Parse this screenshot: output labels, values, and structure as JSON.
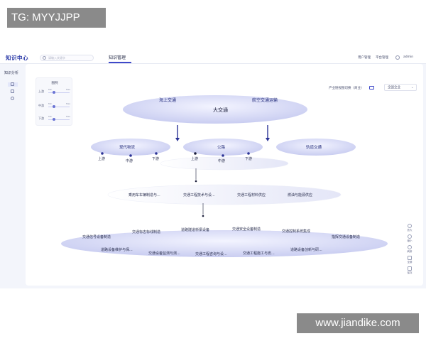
{
  "watermark": {
    "top_left": "TG: MYYJJPP",
    "bottom_right": "www.jiandike.com"
  },
  "header": {
    "logo": "知识中心",
    "search_placeholder": "请输入关键字",
    "active_tab": "知识管理",
    "links": [
      "用户管理",
      "平台管理"
    ],
    "user": "admin"
  },
  "sidebar": {
    "title": "知识分析"
  },
  "legend": {
    "title": "图例",
    "rows": [
      {
        "label": "上游",
        "min": "Min",
        "max": "Max"
      },
      {
        "label": "中游",
        "min": "Min",
        "max": "Max"
      },
      {
        "label": "下游",
        "min": "Min",
        "max": "Max"
      }
    ]
  },
  "filters": {
    "region_label": "产业链视图切换（商业）",
    "select_value": "全国全业"
  },
  "diagram": {
    "top": {
      "left": "海上交通",
      "right": "航空交通运输",
      "center": "大交通"
    },
    "mid": [
      {
        "title": "现代物流",
        "stages": [
          "上游",
          "中游",
          "下游"
        ]
      },
      {
        "title": "公路",
        "stages": [
          "上游",
          "中游",
          "下游"
        ]
      },
      {
        "title": "轨道交通"
      }
    ],
    "level3": [
      "乘用车车辆制造与...",
      "交通工程技术与设...",
      "交通工程材料供应",
      "燃油与能源供应"
    ],
    "level4_top": [
      "交通信号设备制造",
      "交通标志标线制造",
      "道路隧道桥梁设备",
      "交通安全设备制造",
      "交通控制系统集成",
      "指挥交通设备制造"
    ],
    "level4_bottom": [
      "道路设备维护与保...",
      "交通设备监测与测...",
      "交通工程咨询与设...",
      "交通工程施工与安...",
      "道路设备创新与研..."
    ]
  },
  "tools": [
    "放大",
    "缩小",
    "刷新",
    "全屏",
    "保存"
  ],
  "colors": {
    "accent": "#3e49c9",
    "bubble": "#d9dcf5"
  }
}
